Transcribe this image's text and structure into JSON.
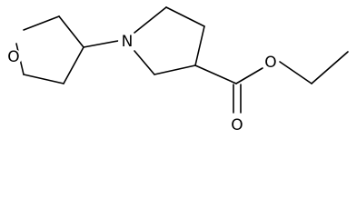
{
  "atoms": {
    "oxygen_ring": "O",
    "nitrogen": "N",
    "oxygen_carbonyl": "O",
    "oxygen_ester": "O"
  }
}
